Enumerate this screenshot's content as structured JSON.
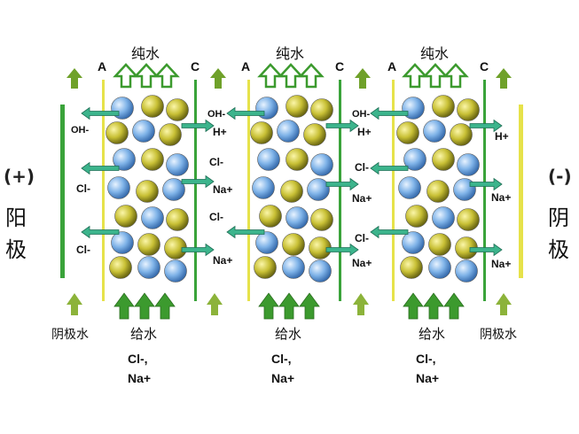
{
  "electrodes": {
    "left": {
      "sign": "(+)",
      "name_char1": "阳",
      "name_char2": "极"
    },
    "right": {
      "sign": "(-)",
      "name_char1": "阴",
      "name_char2": "极"
    }
  },
  "membranes": {
    "anion": "A",
    "cation": "C"
  },
  "outputs": {
    "pure_water": "纯水"
  },
  "inputs": {
    "feed_water": "给水",
    "electrode_water": "阴极水",
    "feed_ions_line1": "Cl-,",
    "feed_ions_line2": "Na+"
  },
  "ions": {
    "hydroxide": "OH-",
    "hydrogen": "H+",
    "chloride": "Cl-",
    "sodium": "Na+"
  },
  "colors": {
    "green_membrane": "#3aa33a",
    "yellow_membrane": "#e6e24a",
    "arrow_green": "#3c9a2e",
    "ion_arrow": "#3cb48c",
    "yellow_bead": "#c9c236",
    "blue_bead": "#7fb3e8"
  }
}
